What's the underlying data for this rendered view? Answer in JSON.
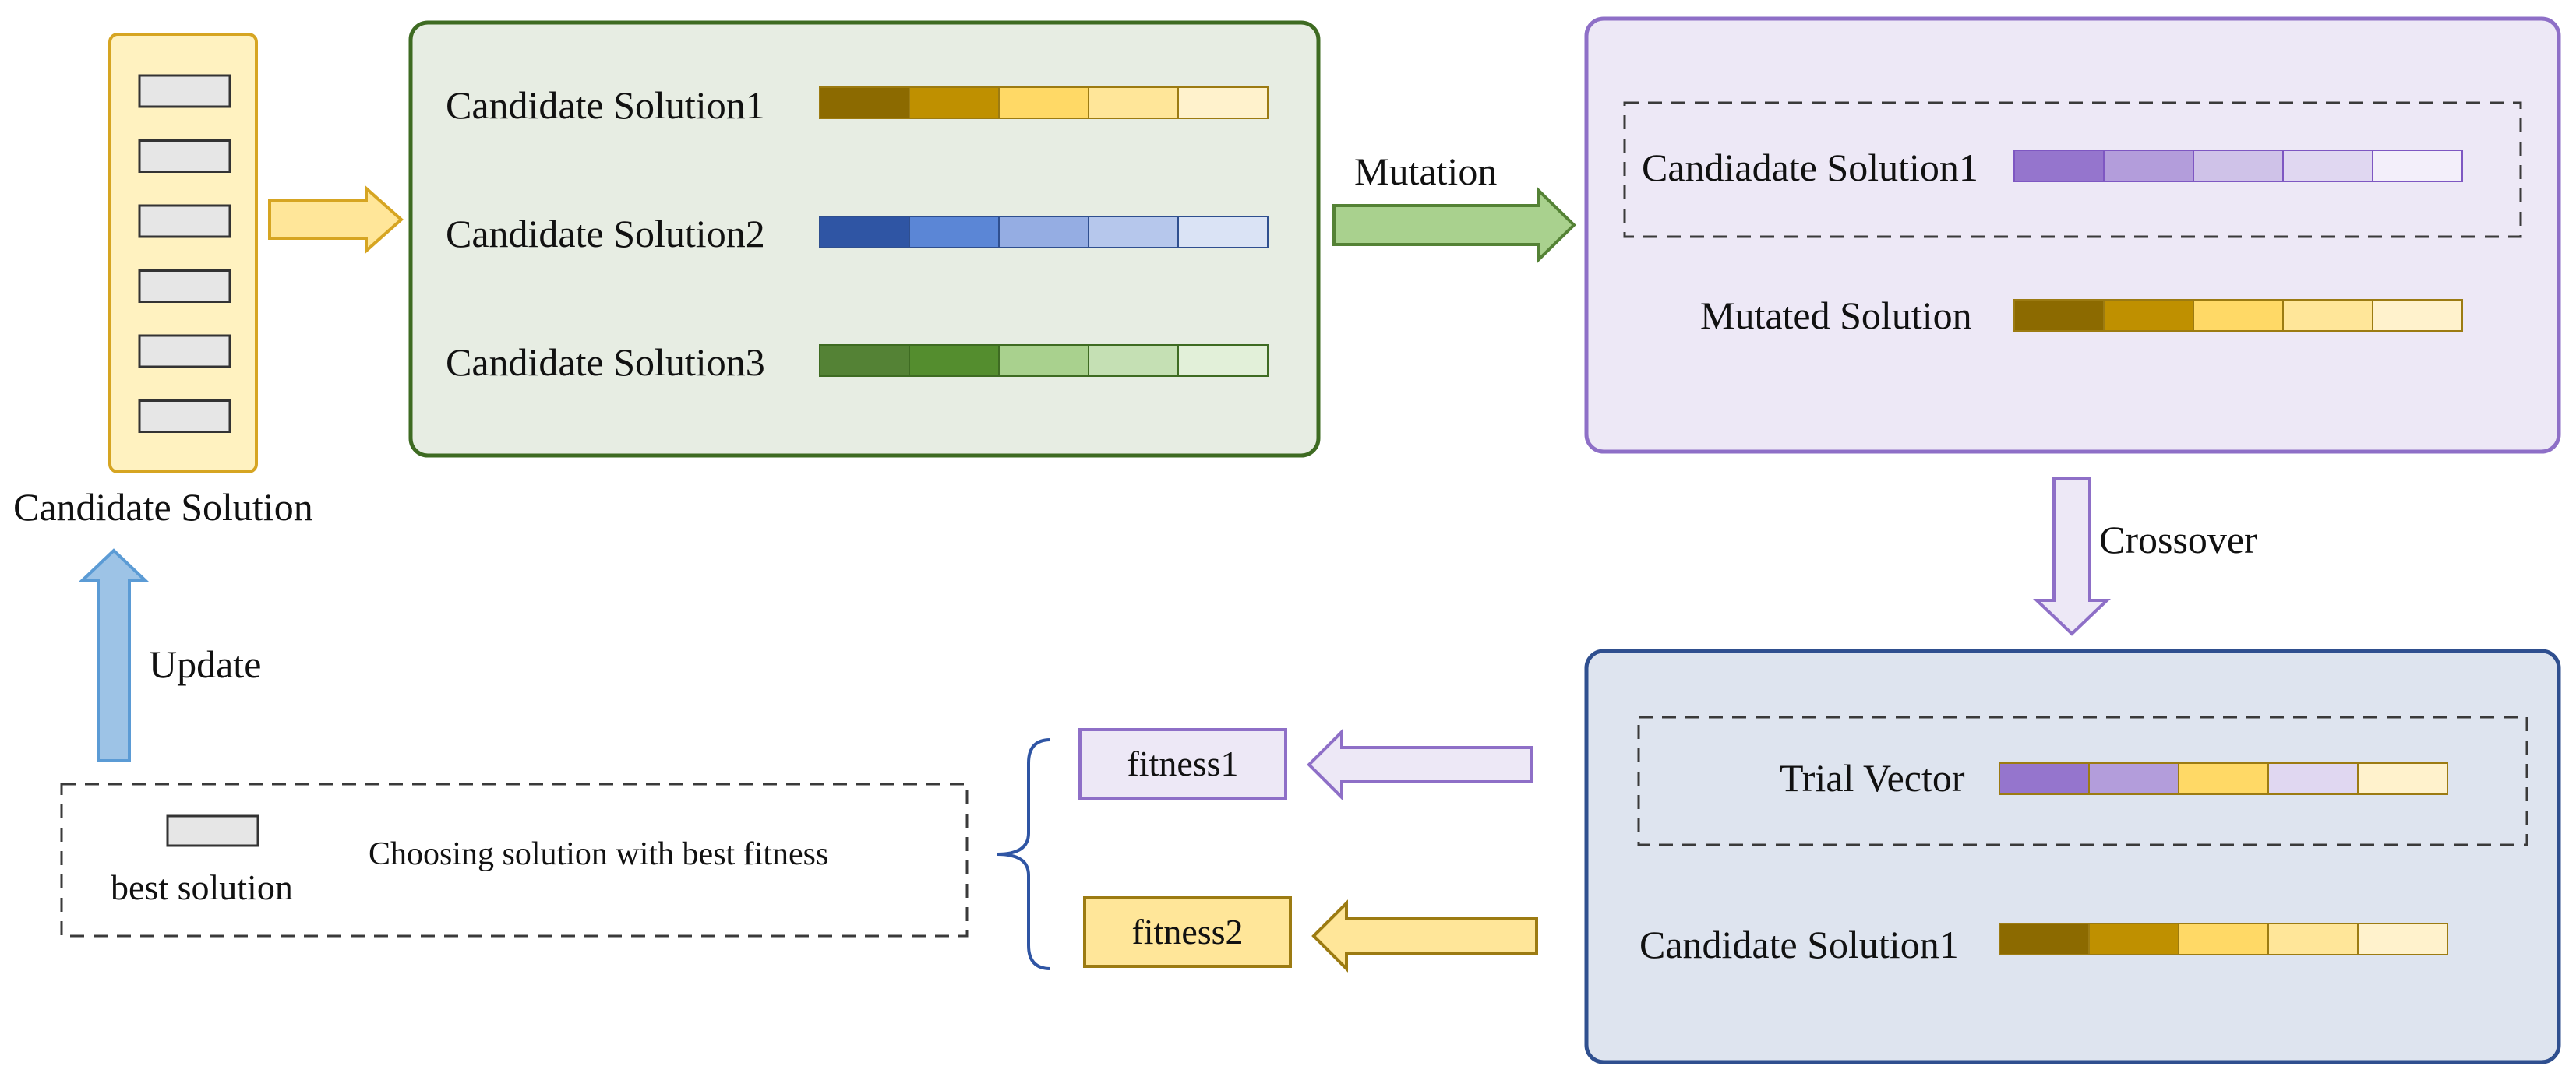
{
  "population": {
    "label": "Candidate Solution",
    "slot_count": 6,
    "colors": {
      "fill": "#FFF2C0",
      "border": "#D6A522",
      "slot": "#E6E6E6"
    }
  },
  "candidates_panel": {
    "colors": {
      "fill": "#E7EDE3",
      "border": "#3E6B22"
    },
    "rows": [
      {
        "label": "Candidate Solution1",
        "colors": [
          "#8C6A00",
          "#BF9000",
          "#FFD966",
          "#FFE699",
          "#FFF2CC"
        ],
        "border": "#9C7B12"
      },
      {
        "label": "Candidate Solution2",
        "colors": [
          "#2F55A4",
          "#5B86D6",
          "#95ADE3",
          "#B6C7EC",
          "#DAE3F5"
        ],
        "border": "#2F4F8F"
      },
      {
        "label": "Candidate Solution3",
        "colors": [
          "#548235",
          "#548D2E",
          "#A9D18E",
          "#C5E0B4",
          "#E2F0D9"
        ],
        "border": "#3E6B22"
      }
    ]
  },
  "mutation": {
    "label": "Mutation",
    "arrow_color": "#A9D18E",
    "arrow_border": "#548235"
  },
  "mutation_panel": {
    "colors": {
      "fill": "#EDE8F6",
      "border": "#8E6FC7"
    },
    "candidate": {
      "label": "Candiadate Solution1",
      "colors": [
        "#9575CD",
        "#B39DDB",
        "#CFC2E8",
        "#E0D7F1",
        "#F3EFFA"
      ],
      "border": "#7E57C2"
    },
    "mutated": {
      "label": "Mutated Solution",
      "colors": [
        "#8C6A00",
        "#BF9000",
        "#FFD966",
        "#FFE699",
        "#FFF2CC"
      ],
      "border": "#9C7B12"
    }
  },
  "crossover": {
    "label": "Crossover",
    "arrow_color": "#EDE8F6",
    "arrow_border": "#8E6FC7"
  },
  "crossover_panel": {
    "colors": {
      "fill": "#DEE4EF",
      "border": "#2F4F8F"
    },
    "trial": {
      "label": "Trial Vector",
      "colors": [
        "#9575CD",
        "#B39DDB",
        "#FFD966",
        "#E0D7F1",
        "#FFF2CC"
      ],
      "border": "#9C7B12"
    },
    "candidate": {
      "label": "Candidate Solution1",
      "colors": [
        "#8C6A00",
        "#BF9000",
        "#FFD966",
        "#FFE699",
        "#FFF2CC"
      ],
      "border": "#9C7B12"
    }
  },
  "fitness": [
    {
      "label": "fitness1",
      "fill": "#EDE8F6",
      "border": "#8E6FC7"
    },
    {
      "label": "fitness2",
      "fill": "#FFE699",
      "border": "#9C7B12"
    }
  ],
  "selection": {
    "best_label": "best solution",
    "description": "Choosing solution with best fitness"
  },
  "update": {
    "label": "Update",
    "arrow_color": "#9DC3E6",
    "arrow_border": "#5B9BD5"
  },
  "brace_color": "#2F55A4"
}
